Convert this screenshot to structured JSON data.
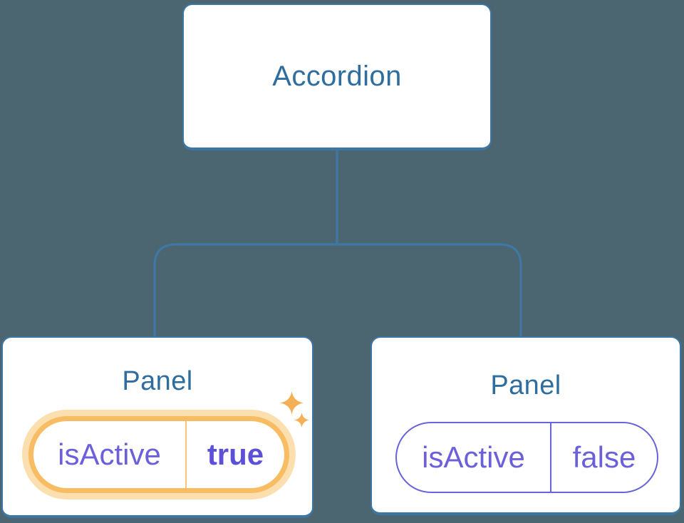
{
  "diagram": {
    "type": "component-tree",
    "description": "Accordion component tree with two Panel children holding isActive state",
    "root": {
      "label": "Accordion"
    },
    "children": [
      {
        "title": "Panel",
        "state_name": "isActive",
        "state_value": "true",
        "highlighted": true,
        "icon": "sparkles-icon"
      },
      {
        "title": "Panel",
        "state_name": "isActive",
        "state_value": "false",
        "highlighted": false
      }
    ]
  },
  "colors": {
    "background": "#4C6671",
    "node_fill": "#FFFFFF",
    "node_border": "#3E76A3",
    "node_text": "#2E6D9D",
    "connector": "#3E78A6",
    "state_text": "#6B60DA",
    "state_value_active": "#5C50D6",
    "highlight_ring": "#F8BC62",
    "highlight_halo": "#FCDFAE",
    "highlight_divider": "#F7C577",
    "sparkle": "#F5B057"
  }
}
